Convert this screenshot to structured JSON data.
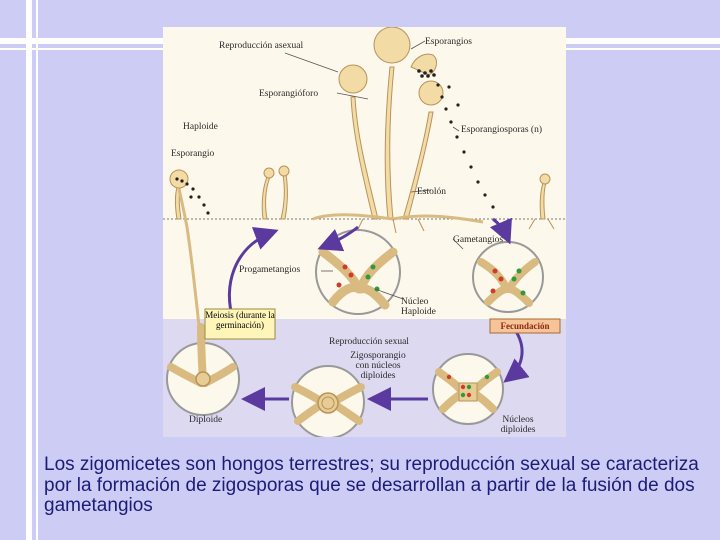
{
  "figure": {
    "labels": {
      "asexual_reproduction": "Reproducción asexual",
      "sporangia": "Esporangios",
      "sporangiophore": "Esporangióforo",
      "haploid": "Haploide",
      "sporangium": "Esporangio",
      "sporangiospores": "Esporangiosporas (n)",
      "stolon": "Estolón",
      "gametangia": "Gametangios",
      "progametangia": "Progametangios",
      "haploid_nuclei": "Núcleo Haploide",
      "meiosis": "Meiosis (durante la germinación)",
      "fecundation": "Fecundación",
      "sexual_reproduction": "Reproducción sexual",
      "zygosporangium": "Zigosporangio con núcleos diploides",
      "diploid": "Diploide",
      "diploid_nuclei": "Núcleos diploides"
    },
    "colors": {
      "hypha": "#f3dba6",
      "hypha_outline": "#b8935a",
      "spore": "#222222",
      "nucleus_red": "#d23a2a",
      "nucleus_green": "#2e9a3a",
      "arrow": "#5b3aa0",
      "lower_band": "#dcd9f0"
    }
  },
  "caption": {
    "text": "Los zigomicetes son hongos terrestres; su reproducción sexual se caracteriza por la formación de zigosporas que se desarrollan a partir de la fusión de dos gametangios"
  }
}
